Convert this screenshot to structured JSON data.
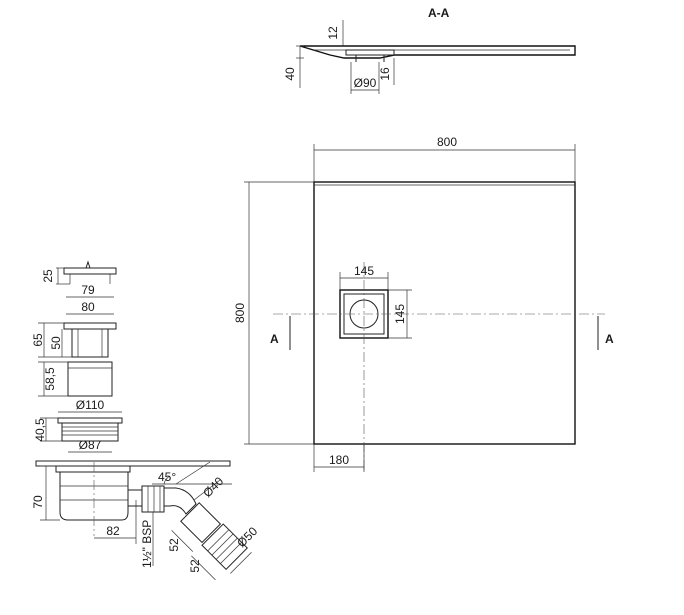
{
  "section_title": "A-A",
  "section": {
    "dim_12": "12",
    "dim_40": "40",
    "dim_16": "16",
    "dim_dia90": "Ø90"
  },
  "plan": {
    "width": "800",
    "height": "800",
    "drain_size_h": "145",
    "drain_size_v": "145",
    "drain_offset": "180",
    "section_mark_left": "A",
    "section_mark_right": "A"
  },
  "siphon": {
    "dim_25": "25",
    "dim_79": "79",
    "dim_80": "80",
    "dim_65": "65",
    "dim_50": "50",
    "dim_58_5": "58,5",
    "dim_dia110": "Ø110",
    "dim_40_5": "40,5",
    "dim_dia87": "Ø87",
    "dim_70": "70",
    "dim_82": "82",
    "dim_45deg": "45°",
    "dim_dia40": "Ø40",
    "dim_bsp": "1½\" BSP",
    "dim_52a": "52",
    "dim_52b": "52",
    "dim_dia50": "Ø50"
  }
}
